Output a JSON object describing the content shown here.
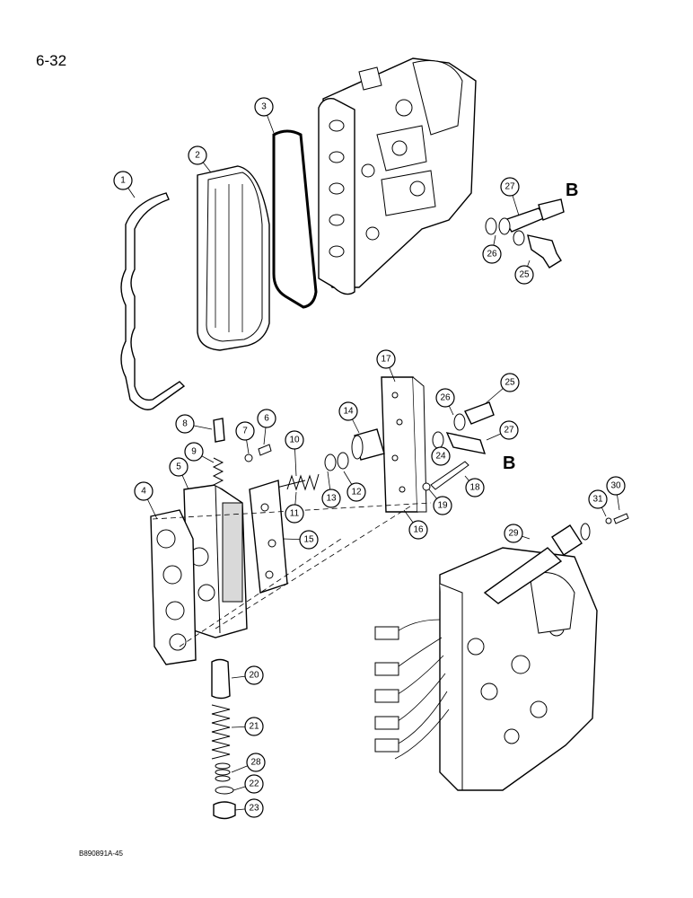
{
  "page": {
    "number": "6-32",
    "figure_code": "B890891A-45"
  },
  "reference_letters": [
    "B",
    "B"
  ],
  "callouts": [
    "1",
    "2",
    "3",
    "4",
    "5",
    "6",
    "7",
    "8",
    "9",
    "10",
    "11",
    "12",
    "13",
    "14",
    "15",
    "16",
    "17",
    "18",
    "19",
    "20",
    "21",
    "22",
    "23",
    "24",
    "25",
    "25",
    "26",
    "26",
    "27",
    "27",
    "28",
    "29",
    "30",
    "31"
  ]
}
